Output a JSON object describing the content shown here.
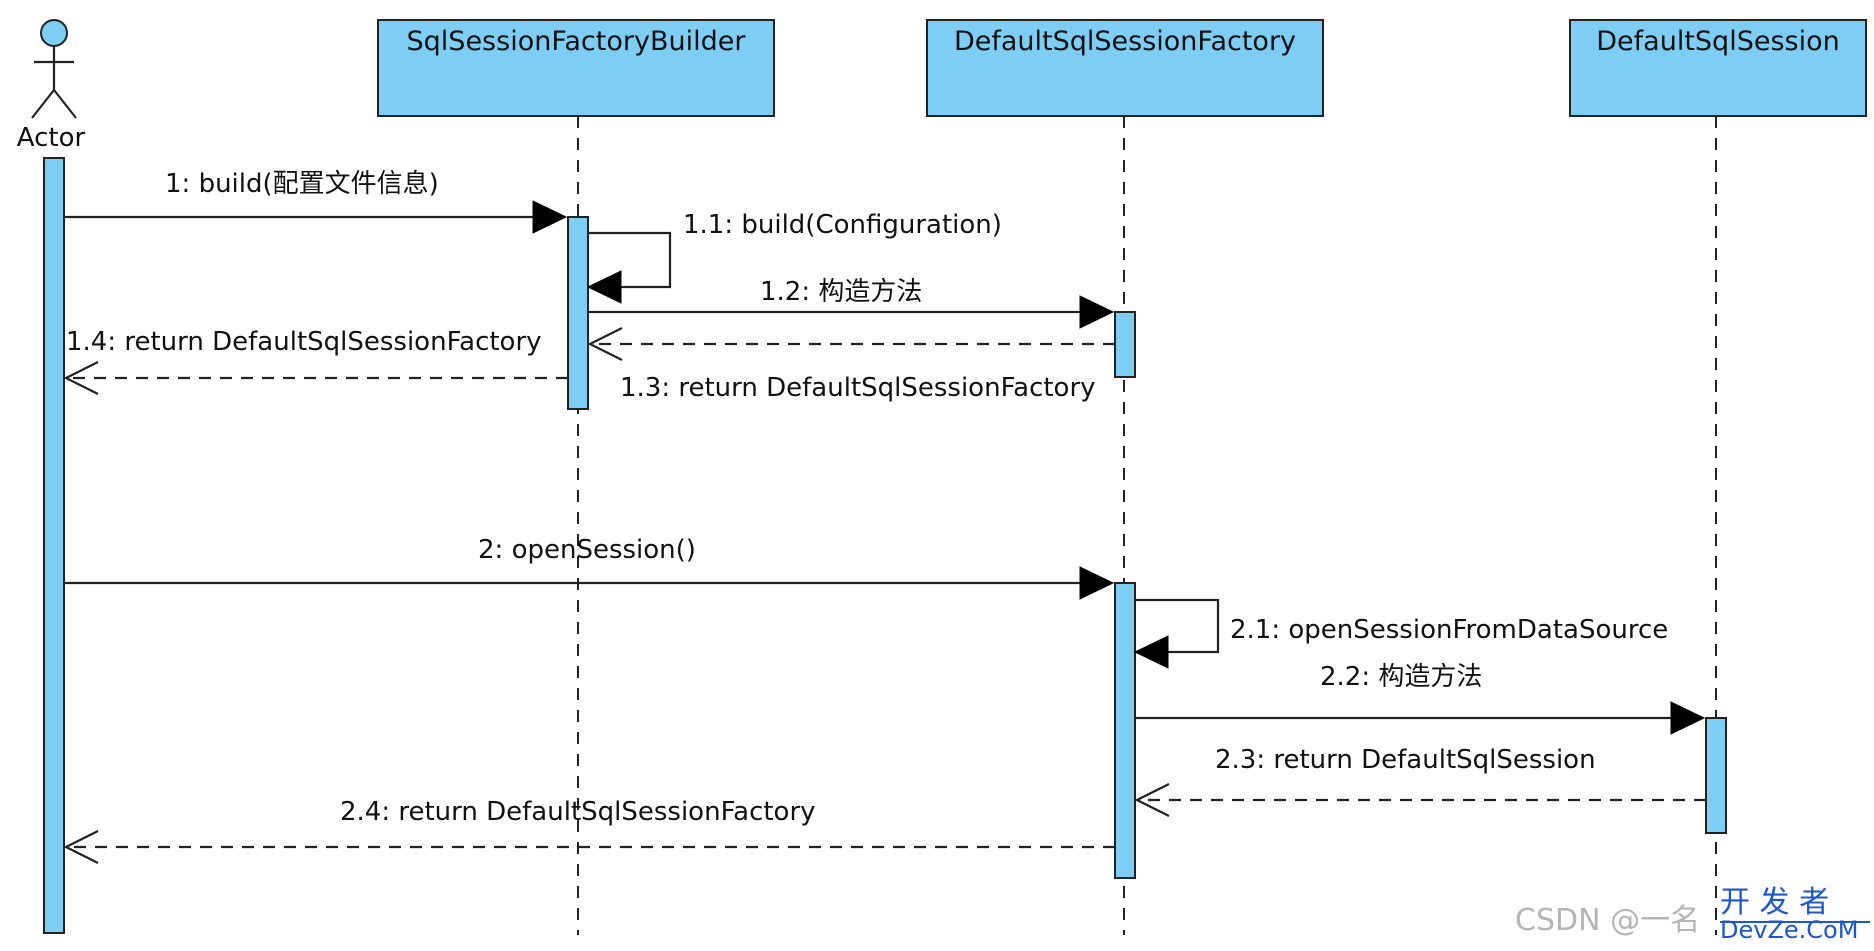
{
  "actor": {
    "label": "Actor"
  },
  "lifelines": [
    {
      "id": "builder",
      "title": "SqlSessionFactoryBuilder"
    },
    {
      "id": "factory",
      "title": "DefaultSqlSessionFactory"
    },
    {
      "id": "session",
      "title": "DefaultSqlSession"
    }
  ],
  "messages": [
    {
      "id": "m1",
      "label": "1: build(配置文件信息)"
    },
    {
      "id": "m11",
      "label": "1.1: build(Configuration)"
    },
    {
      "id": "m12",
      "label": "1.2: 构造方法"
    },
    {
      "id": "m13",
      "label": "1.3: return DefaultSqlSessionFactory"
    },
    {
      "id": "m14",
      "label": "1.4: return DefaultSqlSessionFactory"
    },
    {
      "id": "m2",
      "label": "2: openSession()"
    },
    {
      "id": "m21",
      "label": "2.1: openSessionFromDataSource"
    },
    {
      "id": "m22",
      "label": "2.2: 构造方法"
    },
    {
      "id": "m23",
      "label": "2.3: return DefaultSqlSession"
    },
    {
      "id": "m24",
      "label": "2.4: return DefaultSqlSessionFactory"
    }
  ],
  "watermark": {
    "csdn": "CSDN @一名",
    "devze_cn": "开 发 者",
    "devze_en": "DevZe.CoM"
  },
  "colors": {
    "lifeline_fill": "#7ecdf4",
    "stroke": "#222222",
    "watermark_blue": "#1e57c9"
  }
}
